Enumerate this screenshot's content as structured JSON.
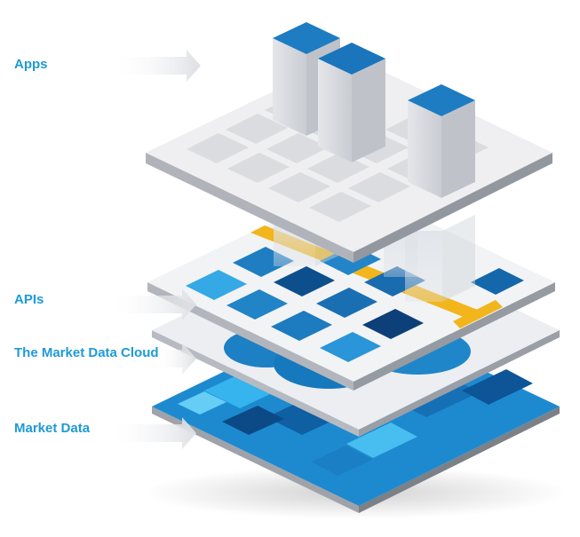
{
  "labels": {
    "apps": "Apps",
    "apis": "APIs",
    "cloud": "The Market Data Cloud",
    "market_data": "Market Data"
  },
  "colors": {
    "label_text": "#1e9ad6",
    "tile_blue_light": "#35a9e6",
    "tile_blue_mid": "#1f7ec2",
    "tile_blue_dark": "#0d4f8c",
    "accent_yellow": "#f2b51b",
    "platform_top": "#f0f0f2",
    "platform_edge": "#b9bcc2",
    "arrow_gray": "#dfe1e4"
  },
  "layers": [
    {
      "id": "apps",
      "icon": "apps-platform-with-towers"
    },
    {
      "id": "apis",
      "icon": "api-tile-grid"
    },
    {
      "id": "cloud",
      "icon": "cloud-shape"
    },
    {
      "id": "market-data",
      "icon": "pixel-mosaic-map"
    }
  ]
}
